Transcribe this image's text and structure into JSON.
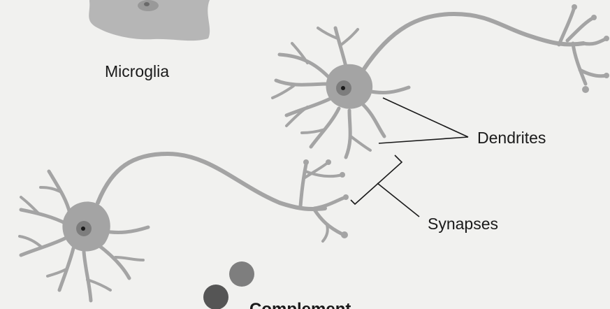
{
  "labels": {
    "microglia": "Microglia",
    "dendrites": "Dendrites",
    "synapses": "Synapses",
    "complement": "Complement"
  },
  "colors": {
    "background": "#f1f1ef",
    "neuron": "#a4a4a4",
    "neuron_dark": "#8a8a8a",
    "nucleus": "#7d7d7d",
    "nucleolus": "#1a1a1a",
    "microglia_body": "#b4b4b4",
    "complement_dark": "#5a5a5a",
    "complement_light": "#8a8a8a",
    "text": "#1a1a1a"
  }
}
